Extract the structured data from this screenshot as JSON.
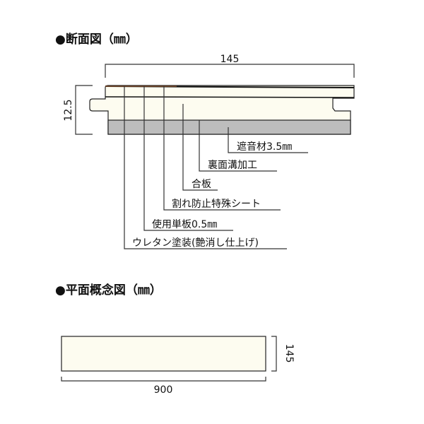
{
  "section": {
    "title": "●断面図（㎜）",
    "width_label": "145",
    "thickness_label": "12.5",
    "labels": {
      "sound_absorber": "遮音材3.5㎜",
      "back_groove": "裏面溝加工",
      "plywood": "合板",
      "anti_crack_sheet": "割れ防止特殊シート",
      "veneer": "使用単板0.5㎜",
      "urethane": "ウレタン塗装(艶消し仕上げ)"
    }
  },
  "plan": {
    "title": "●平面概念図（㎜）",
    "width_label": "145",
    "length_label": "900"
  },
  "colors": {
    "board": "#fdfcf0",
    "sound_absorber": "#bdbdbd",
    "veneer": "#7a4a2a"
  }
}
